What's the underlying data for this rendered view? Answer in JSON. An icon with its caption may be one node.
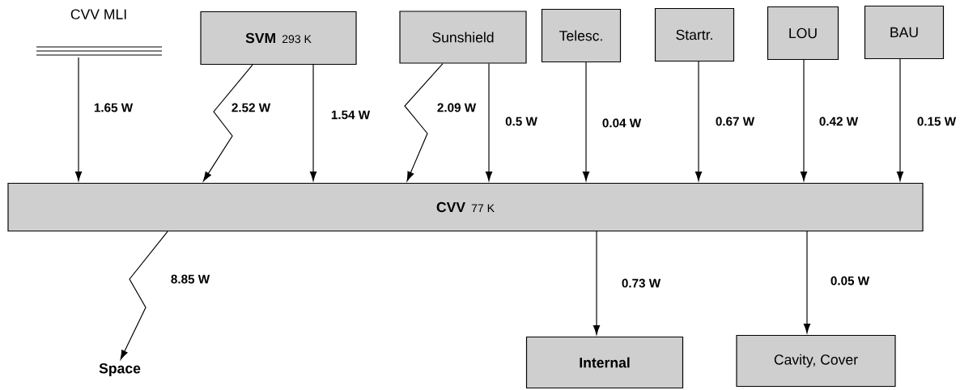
{
  "diagram": {
    "nodes": [
      {
        "text": [
          "CVV MLI"
        ]
      },
      {
        "text": [
          "SVM",
          "293 K"
        ]
      },
      {
        "text": [
          "Sunshield"
        ]
      },
      {
        "text": [
          "Telesc."
        ]
      },
      {
        "text": [
          "Startr."
        ]
      },
      {
        "text": [
          "LOU"
        ]
      },
      {
        "text": [
          "BAU"
        ]
      },
      {
        "text": [
          "CVV",
          "77 K"
        ]
      },
      {
        "text": [
          "Space"
        ]
      },
      {
        "text": [
          "Internal"
        ]
      },
      {
        "text": [
          "Cavity, Cover"
        ]
      }
    ],
    "edges": [
      {
        "from": 0,
        "to": 7,
        "arrow": "to",
        "label": "1.65 W"
      },
      {
        "from": 1,
        "to": 7,
        "arrow": "to",
        "label": "2.52 W"
      },
      {
        "from": 1,
        "to": 7,
        "arrow": "to",
        "label": "1.54 W"
      },
      {
        "from": 2,
        "to": 7,
        "arrow": "to",
        "label": "2.09 W"
      },
      {
        "from": 2,
        "to": 7,
        "arrow": "to",
        "label": "0.5 W"
      },
      {
        "from": 3,
        "to": 7,
        "arrow": "to",
        "label": "0.04 W"
      },
      {
        "from": 4,
        "to": 7,
        "arrow": "to",
        "label": "0.67 W"
      },
      {
        "from": 5,
        "to": 7,
        "arrow": "to",
        "label": "0.42 W"
      },
      {
        "from": 6,
        "to": 7,
        "arrow": "to",
        "label": "0.15 W"
      },
      {
        "from": 7,
        "to": 8,
        "arrow": "to",
        "label": "8.85 W"
      },
      {
        "from": 7,
        "to": 9,
        "arrow": "to",
        "label": "0.73 W"
      },
      {
        "from": 7,
        "to": 10,
        "arrow": "to",
        "label": "0.05 W"
      }
    ]
  }
}
